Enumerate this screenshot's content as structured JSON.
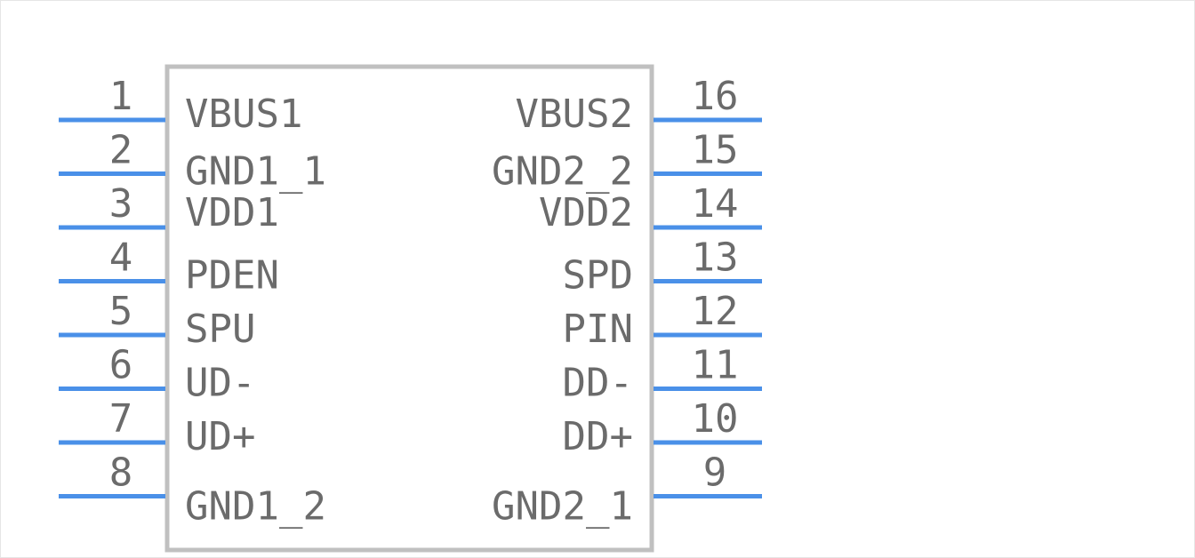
{
  "component": {
    "body_color": "#c0c0c0",
    "pin_color": "#4a90e8",
    "text_color": "#6b6b6b",
    "left_pins": [
      {
        "number": "1",
        "name": "VBUS1"
      },
      {
        "number": "2",
        "name": "GND1_1"
      },
      {
        "number": "3",
        "name": "VDD1"
      },
      {
        "number": "4",
        "name": "PDEN"
      },
      {
        "number": "5",
        "name": "SPU"
      },
      {
        "number": "6",
        "name": "UD-"
      },
      {
        "number": "7",
        "name": "UD+"
      },
      {
        "number": "8",
        "name": "GND1_2"
      }
    ],
    "right_pins": [
      {
        "number": "16",
        "name": "VBUS2"
      },
      {
        "number": "15",
        "name": "GND2_2"
      },
      {
        "number": "14",
        "name": "VDD2"
      },
      {
        "number": "13",
        "name": "SPD"
      },
      {
        "number": "12",
        "name": "PIN"
      },
      {
        "number": "11",
        "name": "DD-"
      },
      {
        "number": "10",
        "name": "DD+"
      },
      {
        "number": "9",
        "name": "GND2_1"
      }
    ]
  }
}
